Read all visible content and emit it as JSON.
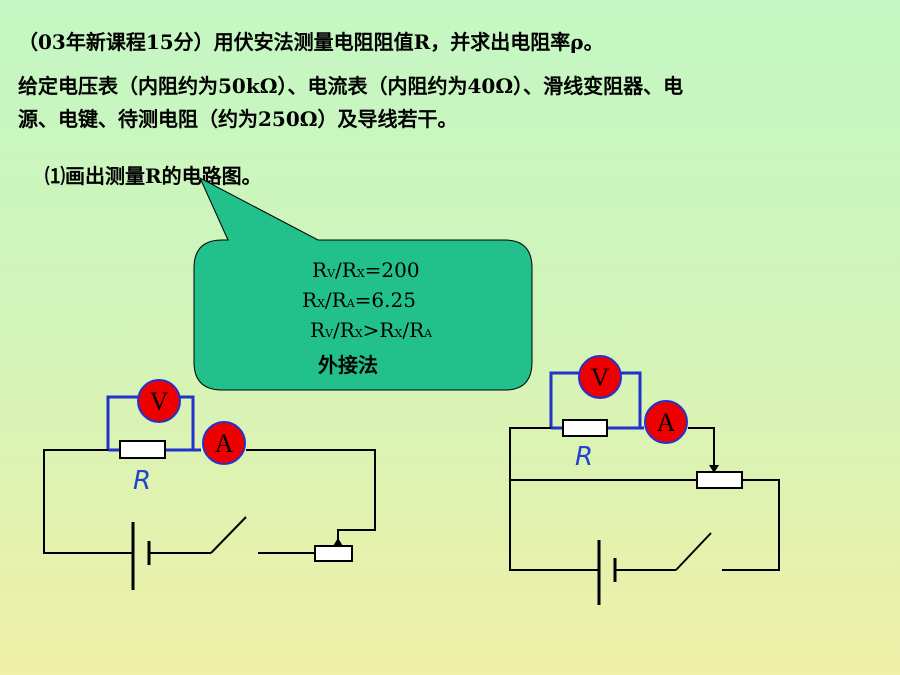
{
  "problem": {
    "line1": "（03年新课程15分）用伏安法测量电阻阻值R，并求出电阻率ρ。",
    "line2": "给定电压表（内阻约为50kΩ）、电流表（内阻约为40Ω）、滑线变阻器、电",
    "line3": "源、电键、待测电阻（约为250Ω）及导线若干。",
    "line4": "⑴画出测量R的电路图。"
  },
  "bubble": {
    "r1_a": "R",
    "r1_a_sub": "V",
    "r1_b": "/R",
    "r1_b_sub": "X",
    "r1_c": "=200",
    "r2_a": "R",
    "r2_a_sub": "X",
    "r2_b": "/R",
    "r2_b_sub": "A",
    "r2_c": "=6.25",
    "r3_a": "R",
    "r3_a_sub": "V",
    "r3_b": "/R",
    "r3_b_sub": "X",
    "r3_c": ">R",
    "r3_c_sub": "X",
    "r3_d": "/R",
    "r3_d_sub": "A",
    "method": "外接法"
  },
  "circuit_left": {
    "voltmeter": "V",
    "ammeter": "A",
    "resistor": "R"
  },
  "circuit_right": {
    "voltmeter": "V",
    "ammeter": "A",
    "resistor": "R"
  },
  "colors": {
    "bubble_fill": "#22c08a",
    "meter_fill": "#ee0000",
    "blue_wire": "#2233cc",
    "black_wire": "#000000",
    "label_blue": "#2244cc"
  }
}
